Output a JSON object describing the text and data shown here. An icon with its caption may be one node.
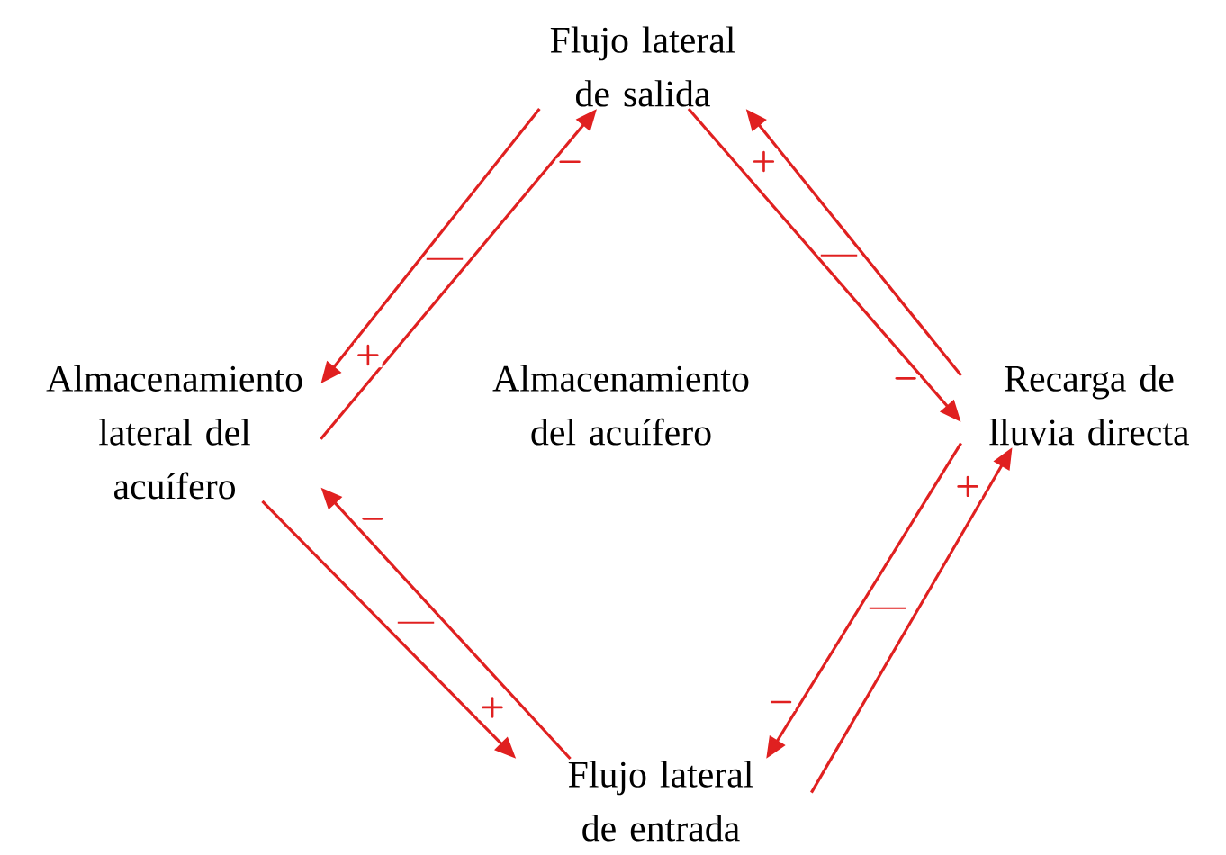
{
  "diagram": {
    "nodes": [
      {
        "text": [
          "Flujo lateral de salida"
        ]
      },
      {
        "text": [
          "Almacenamiento lateral del acuífero"
        ]
      },
      {
        "text": [
          "Almacenamiento del acuífero"
        ]
      },
      {
        "text": [
          "Recarga de lluvia directa"
        ]
      },
      {
        "text": [
          "Flujo lateral de entrada"
        ]
      }
    ],
    "edges": [
      {
        "from": 0,
        "to": 1,
        "arrow": "to",
        "label": "+"
      },
      {
        "from": 1,
        "to": 0,
        "arrow": "to",
        "label": "−"
      },
      {
        "from": 3,
        "to": 0,
        "arrow": "to",
        "label": "+"
      },
      {
        "from": 0,
        "to": 3,
        "arrow": "to",
        "label": "−"
      },
      {
        "from": 4,
        "to": 1,
        "arrow": "to",
        "label": "−"
      },
      {
        "from": 1,
        "to": 4,
        "arrow": "to",
        "label": "+"
      },
      {
        "from": 3,
        "to": 4,
        "arrow": "to",
        "label": "−"
      },
      {
        "from": 4,
        "to": 3,
        "arrow": "to",
        "label": "+"
      }
    ],
    "labels": [
      "—",
      "—",
      "—",
      "—"
    ]
  }
}
